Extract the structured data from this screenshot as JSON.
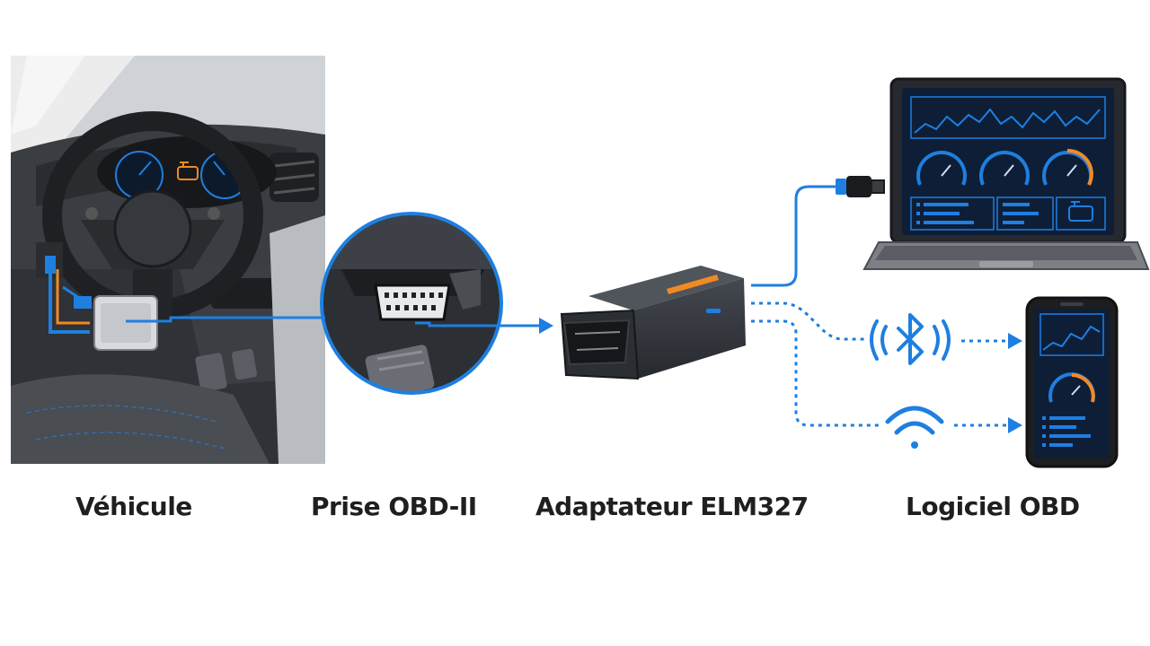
{
  "labels": {
    "vehicle": "Véhicule",
    "port": "Prise OBD-II",
    "adapter": "Adaptateur ELM327",
    "software": "Logiciel OBD"
  },
  "connections": [
    "usb",
    "bluetooth",
    "wifi"
  ],
  "icons": {
    "check_engine": "engine-warning-icon",
    "bluetooth": "bluetooth-icon",
    "wifi": "wifi-icon",
    "usb": "usb-plug-icon"
  },
  "colors": {
    "accent_blue": "#1e7fe0",
    "accent_orange": "#f08a24",
    "dark_device": "#2b2e33",
    "screen_bg": "#0e1e36",
    "caption_text": "#1f1f1f"
  }
}
